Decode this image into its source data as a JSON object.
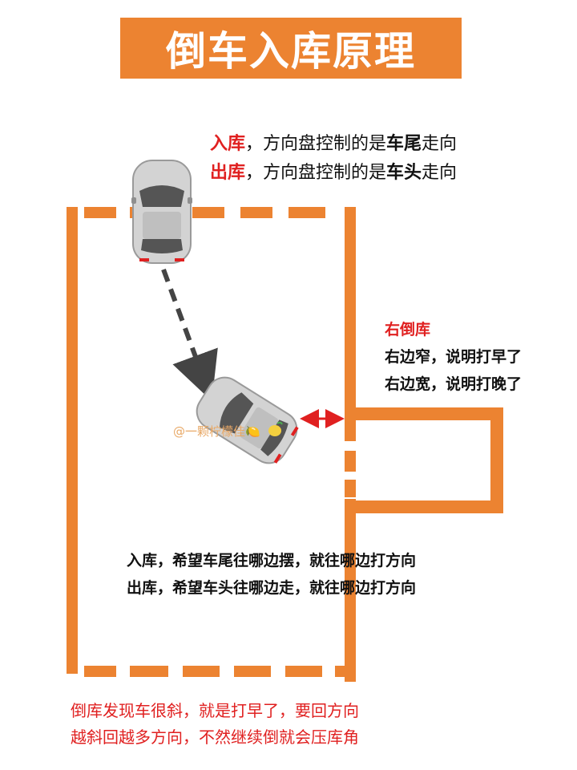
{
  "title": "倒车入库原理",
  "top_note": {
    "line1": {
      "key": "入库",
      "mid": "，方向盘控制的是",
      "emph": "车尾",
      "end": "走向"
    },
    "line2": {
      "key": "出库",
      "mid": "，方向盘控制的是",
      "emph": "车头",
      "end": "走向"
    }
  },
  "right_note": {
    "heading": "右倒库",
    "line1": "右边窄，说明打早了",
    "line2": "右边宽，说明打晚了"
  },
  "watermark": "@一颗柠檬佳🍋",
  "middle_note": {
    "line1": "入库，希望车尾往哪边摆，就往哪边打方向",
    "line2": "出库，希望车头往哪边走，就往哪边打方向"
  },
  "bottom_note": {
    "line1": "倒库发现车很斜，就是打早了，要回方向",
    "line2": "越斜回越多方向，不然继续倒就会压库角"
  },
  "colors": {
    "accent": "#EC8331",
    "red": "#E02020",
    "car_body": "#D0D0D0",
    "car_glass": "#555555"
  },
  "icons": [
    "car-top-icon",
    "car-tilted-icon",
    "dashed-arrow-icon",
    "double-arrow-icon",
    "lemon-icon"
  ]
}
